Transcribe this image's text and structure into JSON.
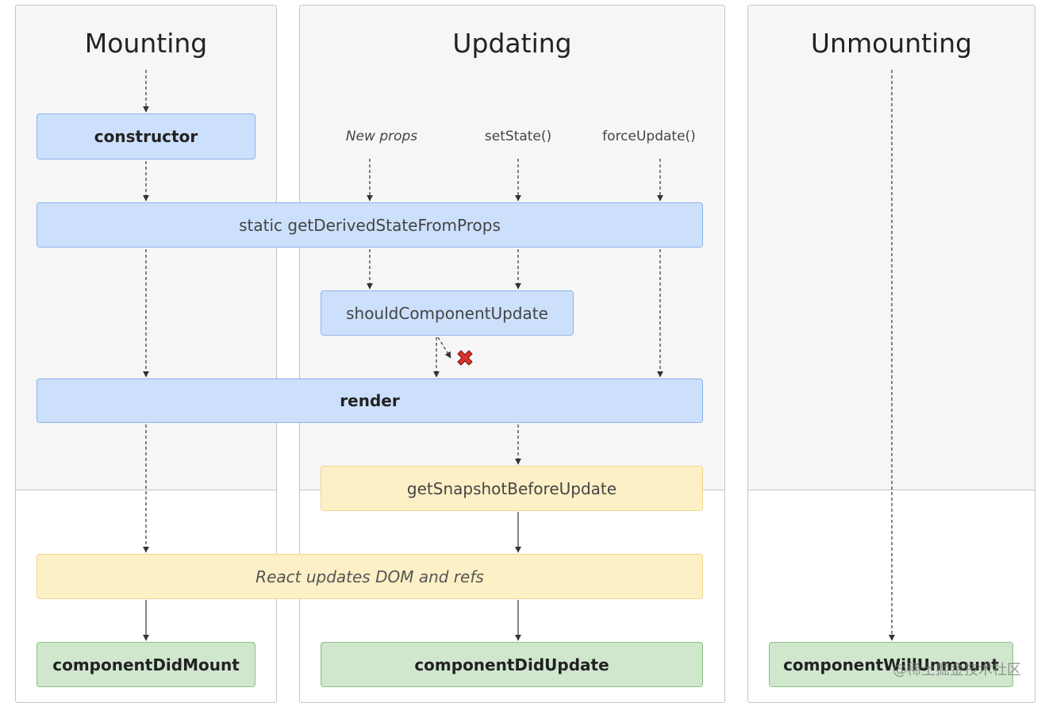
{
  "phases": {
    "mounting": "Mounting",
    "updating": "Updating",
    "unmounting": "Unmounting"
  },
  "triggers": {
    "new_props": "New props",
    "set_state": "setState()",
    "force_update": "forceUpdate()"
  },
  "methods": {
    "constructor": "constructor",
    "get_derived_state": "static getDerivedStateFromProps",
    "should_component_update": "shouldComponentUpdate",
    "render": "render",
    "get_snapshot": "getSnapshotBeforeUpdate",
    "dom_update": "React updates DOM and refs",
    "did_mount": "componentDidMount",
    "did_update": "componentDidUpdate",
    "will_unmount": "componentWillUnmount"
  },
  "watermark": "@稀土掘金技术社区",
  "colors": {
    "render_phase": "#cce0fb",
    "pre_commit_phase": "#fdf0c6",
    "commit_phase": "#d0e7cd",
    "stop_marker": "#d9342b"
  },
  "icons": {
    "stop_marker": "x-icon"
  }
}
